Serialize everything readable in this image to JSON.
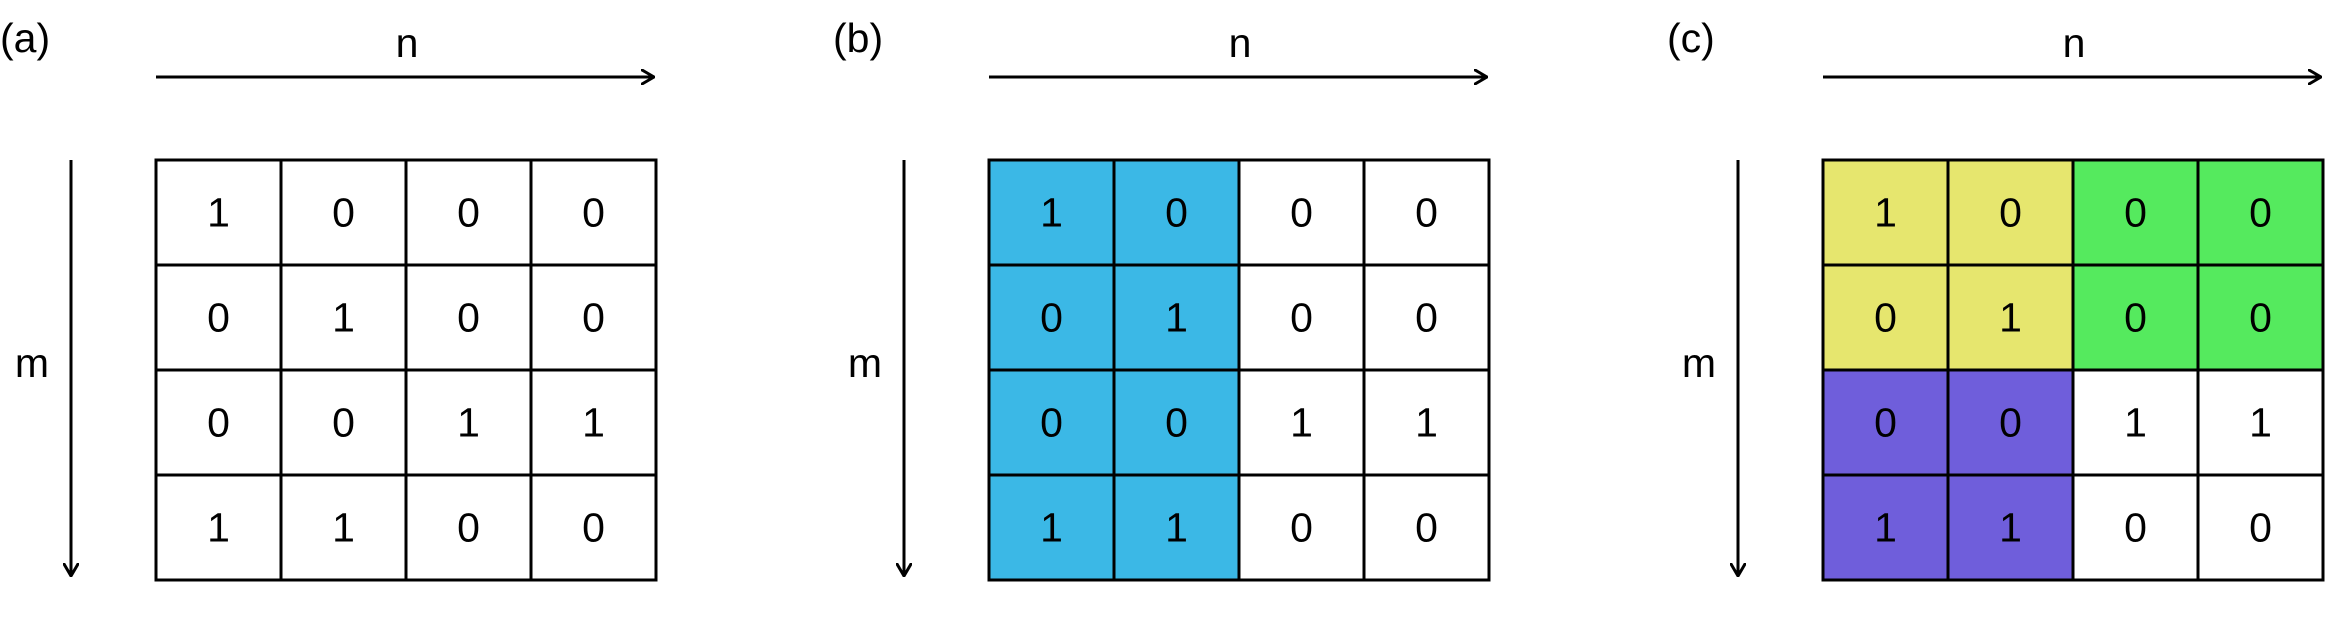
{
  "panels": [
    {
      "label": "(a)",
      "col_axis_label": "n",
      "row_axis_label": "m",
      "matrix": [
        [
          "1",
          "0",
          "0",
          "0"
        ],
        [
          "0",
          "1",
          "0",
          "0"
        ],
        [
          "0",
          "0",
          "1",
          "1"
        ],
        [
          "1",
          "1",
          "0",
          "0"
        ]
      ],
      "fills": [
        [
          "",
          "",
          "",
          ""
        ],
        [
          "",
          "",
          "",
          ""
        ],
        [
          "",
          "",
          "",
          ""
        ],
        [
          "",
          "",
          "",
          ""
        ]
      ]
    },
    {
      "label": "(b)",
      "col_axis_label": "n",
      "row_axis_label": "m",
      "matrix": [
        [
          "1",
          "0",
          "0",
          "0"
        ],
        [
          "0",
          "1",
          "0",
          "0"
        ],
        [
          "0",
          "0",
          "1",
          "1"
        ],
        [
          "1",
          "1",
          "0",
          "0"
        ]
      ],
      "fills": [
        [
          "#3BB8E6",
          "#3BB8E6",
          "",
          ""
        ],
        [
          "#3BB8E6",
          "#3BB8E6",
          "",
          ""
        ],
        [
          "#3BB8E6",
          "#3BB8E6",
          "",
          ""
        ],
        [
          "#3BB8E6",
          "#3BB8E6",
          "",
          ""
        ]
      ]
    },
    {
      "label": "(c)",
      "col_axis_label": "n",
      "row_axis_label": "m",
      "matrix": [
        [
          "1",
          "0",
          "0",
          "0"
        ],
        [
          "0",
          "1",
          "0",
          "0"
        ],
        [
          "0",
          "0",
          "1",
          "1"
        ],
        [
          "1",
          "1",
          "0",
          "0"
        ]
      ],
      "fills": [
        [
          "#E6E66E",
          "#E6E66E",
          "#55EA5E",
          "#55EA5E"
        ],
        [
          "#E6E66E",
          "#E6E66E",
          "#55EA5E",
          "#55EA5E"
        ],
        [
          "#6F5EDB",
          "#6F5EDB",
          "",
          ""
        ],
        [
          "#6F5EDB",
          "#6F5EDB",
          "",
          ""
        ]
      ]
    }
  ]
}
